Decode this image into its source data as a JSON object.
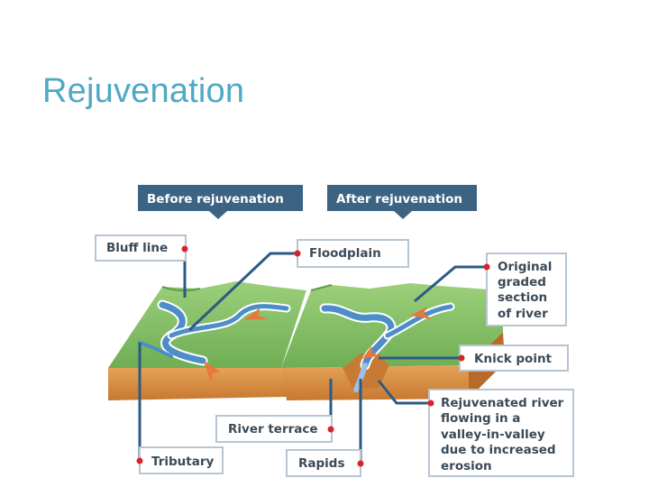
{
  "slide": {
    "title": "Rejuvenation"
  },
  "diagram": {
    "headers": {
      "before": "Before rejuvenation",
      "after": "After rejuvenation"
    },
    "labels": {
      "bluff_line": "Bluff line",
      "floodplain": "Floodplain",
      "original_graded": [
        "Original",
        "graded",
        "section",
        "of river"
      ],
      "knick_point": "Knick point",
      "rejuvenated": [
        "Rejuvenated river",
        "flowing in a",
        "valley-in-valley",
        "due to increased",
        "erosion"
      ],
      "river_terrace": "River terrace",
      "tributary": "Tributary",
      "rapids": "Rapids"
    },
    "colors": {
      "header_bg": "#3c6382",
      "label_border": "#b7c5d3",
      "leader_line": "#2c5a85",
      "dot": "#d9232a",
      "land": "#86c167",
      "soil": "#d98c3f",
      "river": "#4d8ec9",
      "arrow": "#e8773a"
    }
  }
}
